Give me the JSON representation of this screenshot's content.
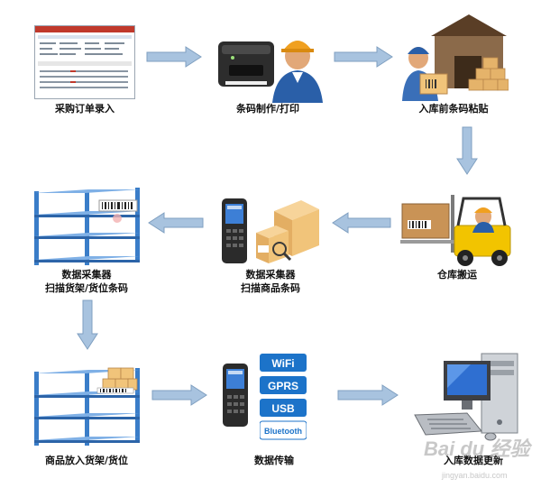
{
  "steps": [
    {
      "id": "po-entry",
      "label": "采购订单录入"
    },
    {
      "id": "barcode-print",
      "label": "条码制作/打印"
    },
    {
      "id": "label-attach",
      "label": "入库前条码粘贴"
    },
    {
      "id": "warehouse-move",
      "label": "仓库搬运"
    },
    {
      "id": "scan-product",
      "label_line1": "数据采集器",
      "label_line2": "扫描商品条码"
    },
    {
      "id": "scan-shelf",
      "label_line1": "数据采集器",
      "label_line2": "扫描货架/货位条码"
    },
    {
      "id": "shelve",
      "label": "商品放入货架/货位"
    },
    {
      "id": "data-transfer",
      "label": "数据传输"
    },
    {
      "id": "db-update",
      "label": "入库数据更新"
    }
  ],
  "transfer_badges": [
    "WiFi",
    "GPRS",
    "USB",
    "Bluetooth"
  ],
  "watermark": {
    "text": "Bai du 经验",
    "url": "jingyan.baidu.com"
  },
  "colors": {
    "arrow": "#a8c3df",
    "arrow_stroke": "#7f9fc0",
    "shelf": "#3a7dc8",
    "box": "#f1c47a",
    "badge": "#1c73c9"
  }
}
